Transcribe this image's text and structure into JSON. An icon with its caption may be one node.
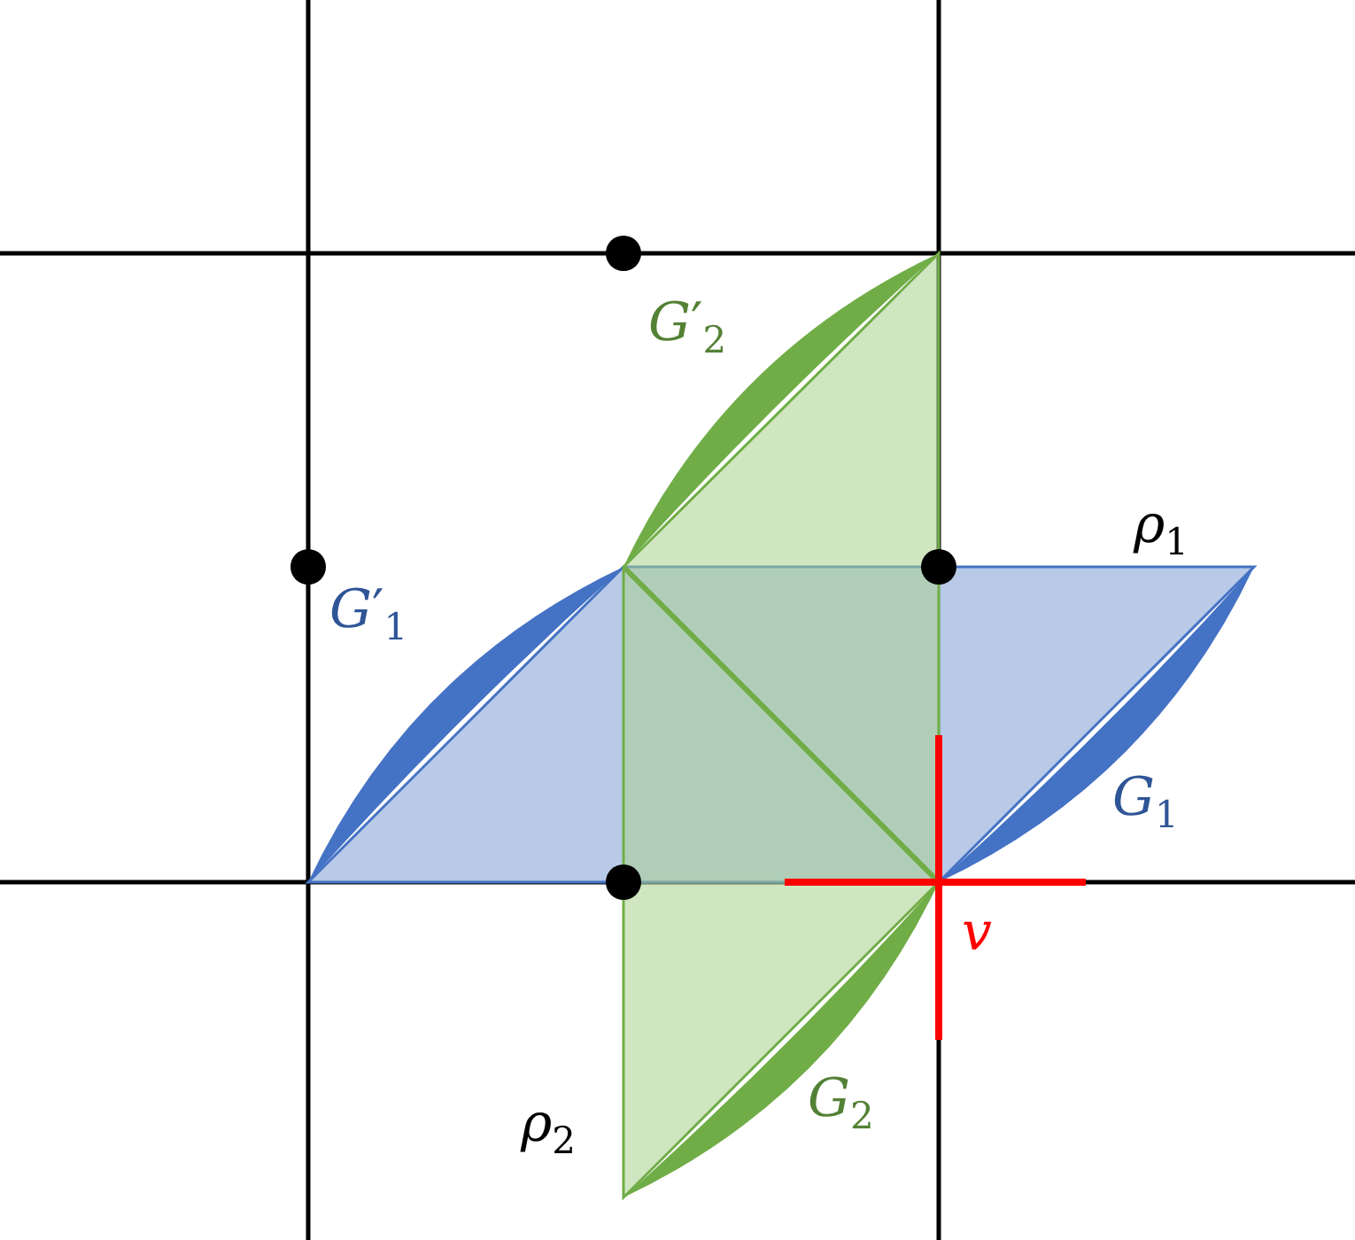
{
  "diagram": {
    "labels": [
      "*G*′$_{2}$",
      "*ρ*$_{1}$",
      "*G*′$_{1}$",
      "*G*$_{1}$",
      "*v*",
      "*ρ*$_{2}$",
      "*G*$_{2}$"
    ]
  }
}
